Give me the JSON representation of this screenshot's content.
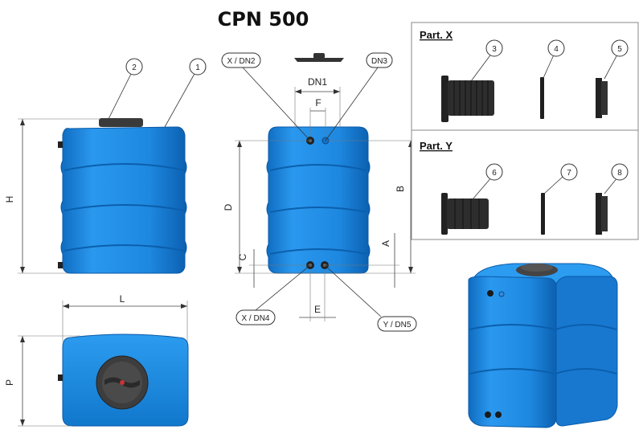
{
  "title": "CPN 500",
  "dimensions": {
    "H": "H",
    "L": "L",
    "P": "P",
    "D": "D",
    "B": "B",
    "C": "C",
    "A": "A",
    "E": "E",
    "F": "F",
    "DN1": "DN1"
  },
  "callouts": {
    "c1": "1",
    "c2": "2",
    "c3": "3",
    "c4": "4",
    "c5": "5",
    "c6": "6",
    "c7": "7",
    "c8": "8",
    "x_dn2": "X / DN2",
    "dn3": "DN3",
    "x_dn4": "X / DN4",
    "y_dn5": "Y / DN5"
  },
  "parts": {
    "x_label": "Part. X",
    "y_label": "Part. Y"
  },
  "colors": {
    "tank_blue": "#1e90e8",
    "tank_blue_dark": "#0f6cc0",
    "lid": "#3a3a3a"
  }
}
